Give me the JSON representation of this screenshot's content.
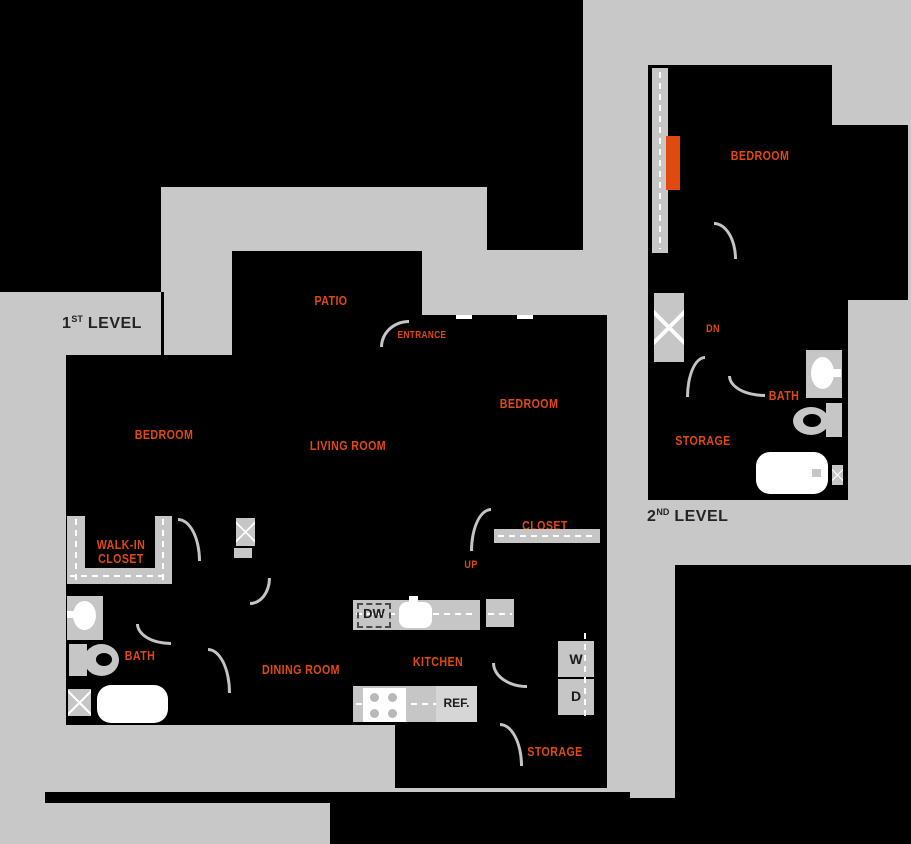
{
  "level1": {
    "title_num": "1",
    "title_sup": "ST",
    "title_rest": " LEVEL",
    "rooms": {
      "patio": "PATIO",
      "entrance": "ENTRANCE",
      "bedroom_left": "BEDROOM",
      "living_room": "LIVING ROOM",
      "bedroom_right": "BEDROOM",
      "walk_in_closet_line1": "WALK-IN",
      "walk_in_closet_line2": "CLOSET",
      "closet": "CLOSET",
      "up": "UP",
      "bath": "BATH",
      "dining_room": "DINING ROOM",
      "kitchen": "KITCHEN",
      "storage": "STORAGE"
    },
    "appliances": {
      "dishwasher": "DW",
      "refrigerator": "REF.",
      "washer": "W",
      "dryer": "D"
    }
  },
  "level2": {
    "title_num": "2",
    "title_sup": "ND",
    "title_rest": " LEVEL",
    "rooms": {
      "bedroom": "BEDROOM",
      "down": "DN",
      "bath": "BATH",
      "storage": "STORAGE"
    }
  },
  "colors": {
    "background": "#c8c8c8",
    "plan_fill": "#000000",
    "room_label": "#e04a0e",
    "fixture_gray": "#c6c6c6"
  }
}
